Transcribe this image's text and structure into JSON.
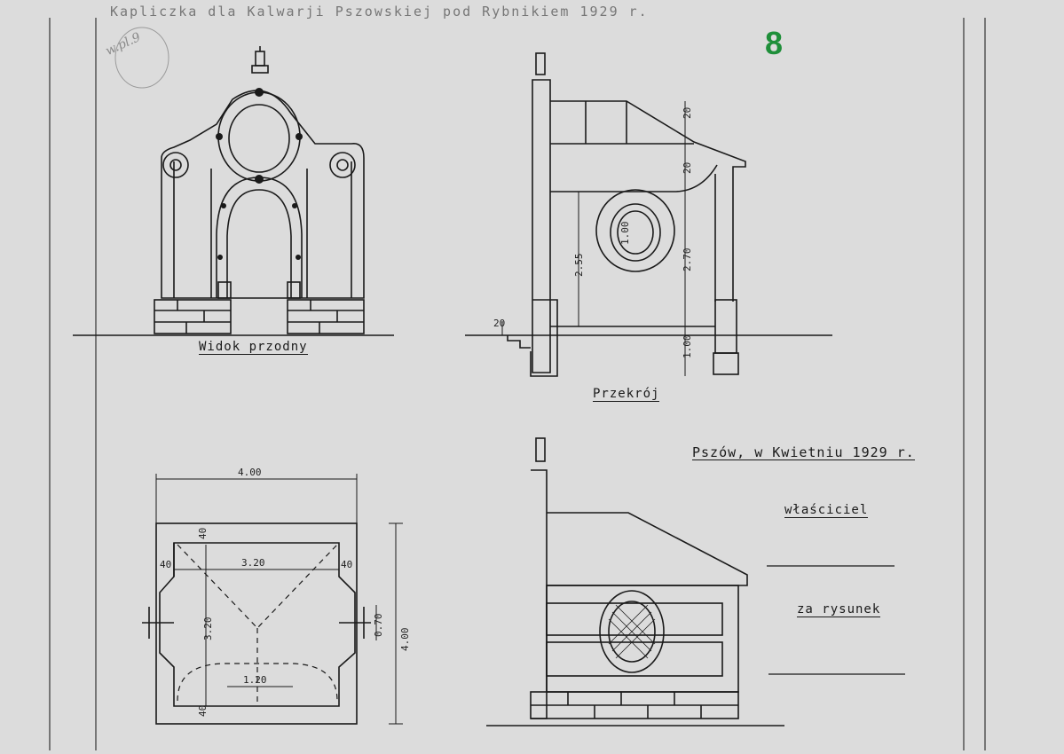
{
  "page": {
    "title": "Kapliczka dla Kalwarji Pszowskiej pod Rybnikiem 1929 r.",
    "page_number": "8",
    "archive_mark": "w.pl.9"
  },
  "drawings": {
    "front": {
      "caption": "Widok przodny"
    },
    "section": {
      "caption": "Przekrój",
      "dims": [
        "20",
        "20",
        "2.55",
        "2.70",
        "1.00",
        "1.00",
        "20"
      ]
    },
    "plan": {
      "dims": [
        "4.00",
        "3.20",
        "4.00",
        "0.70",
        "3.20",
        "1.20",
        "40",
        "40",
        "40",
        "40"
      ]
    },
    "side": {}
  },
  "signature": {
    "place_date": "Pszów, w Kwietniu 1929 r.",
    "owner_label": "właściciel",
    "drawing_label": "za rysunek"
  },
  "colors": {
    "paper": "#dcdcdc",
    "ink": "#1a1a1a",
    "page_number": "#1f8f3a"
  }
}
